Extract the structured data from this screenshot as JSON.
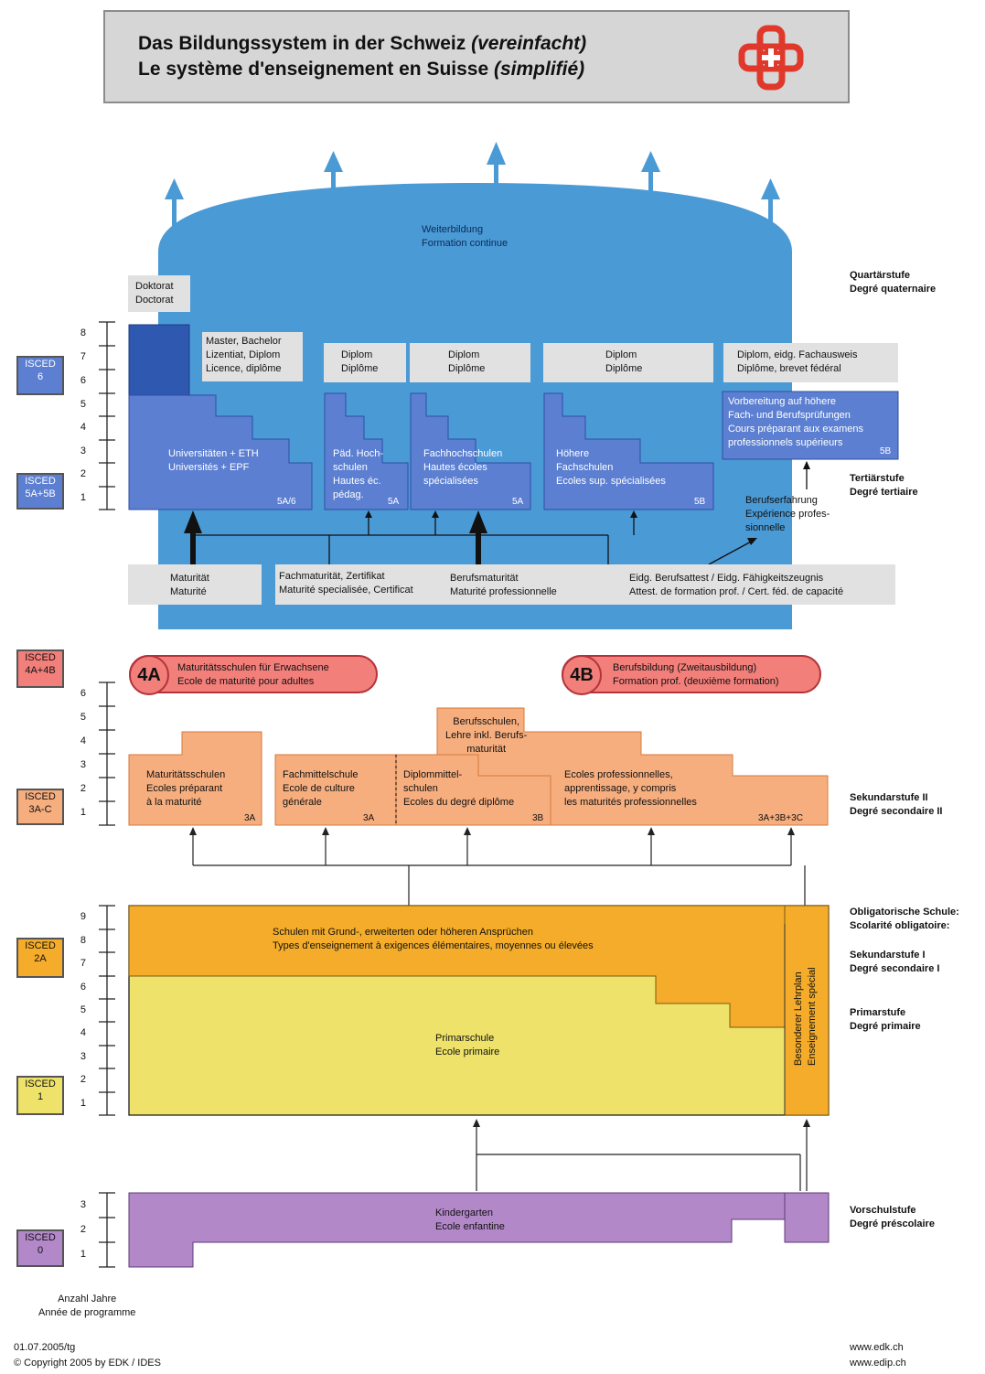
{
  "header": {
    "line1_de": "Das Bildungssystem in der Schweiz",
    "line1_de_italic": "(vereinfacht)",
    "line2_fr": "Le système d'enseignement en Suisse",
    "line2_fr_italic": "(simplifié)",
    "logo_icon": "swiss-cross-logo-icon"
  },
  "isced": {
    "l6": "ISCED\n6",
    "l5": "ISCED\n5A+5B",
    "l4": "ISCED\n4A+4B",
    "l3": "ISCED\n3A-C",
    "l2": "ISCED\n2A",
    "l1": "ISCED\n1",
    "l0": "ISCED\n0"
  },
  "tertiary": {
    "weiterbildung": "Weiterbildung\nFormation continue",
    "doktorat": "Doktorat\nDoctorat",
    "master": "Master, Bachelor\nLizentiat, Diplom\nLicence, diplôme",
    "diplom1": "Diplom\nDiplôme",
    "diplom2": "Diplom\nDiplôme",
    "diplom3": "Diplom\nDiplôme",
    "diplom_fach": "Diplom, eidg. Fachausweis\nDiplôme, brevet fédéral",
    "univ": "Universitäten + ETH\nUniversités + EPF",
    "univ_code": "5A/6",
    "paed": "Päd. Hoch-\nschulen\nHautes éc.\npédag.",
    "paed_code": "5A",
    "fh": "Fachhochschulen\nHautes écoles\nspécialisées",
    "fh_code": "5A",
    "hf": "Höhere\nFachschulen\nEcoles sup. spécialisées",
    "hf_code": "5B",
    "vorb": "Vorbereitung auf höhere\nFach- und Berufsprüfungen\nCours préparant aux examens\nprofessionnels supérieurs",
    "vorb_code": "5B",
    "berufserf": "Berufserfahrung\nExpérience profes-\nsionnelle",
    "maturitaet": "Maturität\nMaturité",
    "fachmat": "Fachmaturität, Zertifikat\nMaturité specialisée, Certificat",
    "berufsmat": "Berufsmaturität\nMaturité professionnelle",
    "eidg": "Eidg. Berufsattest / Eidg. Fähigkeitszeugnis\nAttest. de formation prof. / Cert. féd. de capacité"
  },
  "right_labels": {
    "quartaer": "Quartärstufe\nDegré quaternaire",
    "tertiaer": "Tertiärstufe\nDegré tertiaire",
    "sek2": "Sekundarstufe II\nDegré secondaire II",
    "oblig": "Obligatorische Schule:\nScolarité obligatoire:",
    "sek1": "Sekundarstufe I\nDegré secondaire I",
    "primar": "Primarstufe\nDegré primaire",
    "vorschul": "Vorschulstufe\nDegré préscolaire"
  },
  "secondary2": {
    "badge_4a": "4A",
    "text_4a": "Maturitätsschulen für Erwachsene\nEcole de maturité pour adultes",
    "badge_4b": "4B",
    "text_4b": "Berufsbildung (Zweitausbildung)\nFormation prof. (deuxième formation)",
    "matschulen": "Maturitätsschulen\nEcoles préparant\nà la maturité",
    "matschulen_code": "3A",
    "fms": "Fachmittelschule\nEcole de culture\ngénérale",
    "fms_code": "3A",
    "dms": "Diplommittel-\nschulen\nEcoles du degré diplôme",
    "dms_code": "3B",
    "berufsschulen": "Berufsschulen,\nLehre inkl. Berufs-\nmaturität",
    "ecoles_prof": "Ecoles professionnelles,\napprentissage, y compris\nles maturités professionnelles",
    "ecoles_prof_code": "3A+3B+3C"
  },
  "compulsory": {
    "sek1_text": "Schulen mit Grund-, erweiterten oder höheren Ansprüchen\nTypes d'enseignement à exigences élémentaires, moyennes ou élevées",
    "primar_text": "Primarschule\nEcole primaire",
    "special": "Besonderer Lehrplan\nEnseignement spécial",
    "kinder": "Kindergarten\nEcole enfantine"
  },
  "scales": {
    "tertiary": [
      "8",
      "7",
      "6",
      "5",
      "4",
      "3",
      "2",
      "1"
    ],
    "sec2": [
      "6",
      "5",
      "4",
      "3",
      "2",
      "1"
    ],
    "comp": [
      "9",
      "8",
      "7",
      "6",
      "5",
      "4",
      "3",
      "2",
      "1"
    ],
    "pre": [
      "3",
      "2",
      "1"
    ]
  },
  "axis_label": "Anzahl Jahre\nAnnée de programme",
  "footer": {
    "date": "01.07.2005/tg",
    "copyright": "© Copyright 2005 by EDK / IDES",
    "url1": "www.edk.ch",
    "url2": "www.edip.ch"
  },
  "colors": {
    "dome": "#4a9ad6",
    "tertiary_block": "#5c7fd1",
    "doktorat_dark": "#2f58b0",
    "sec2_orange": "#f6ae7f",
    "sek1_orange": "#f4ac2a",
    "primar_yellow": "#eee26a",
    "kinder_purple": "#b388c9",
    "badge_red": "#f27f7a"
  }
}
